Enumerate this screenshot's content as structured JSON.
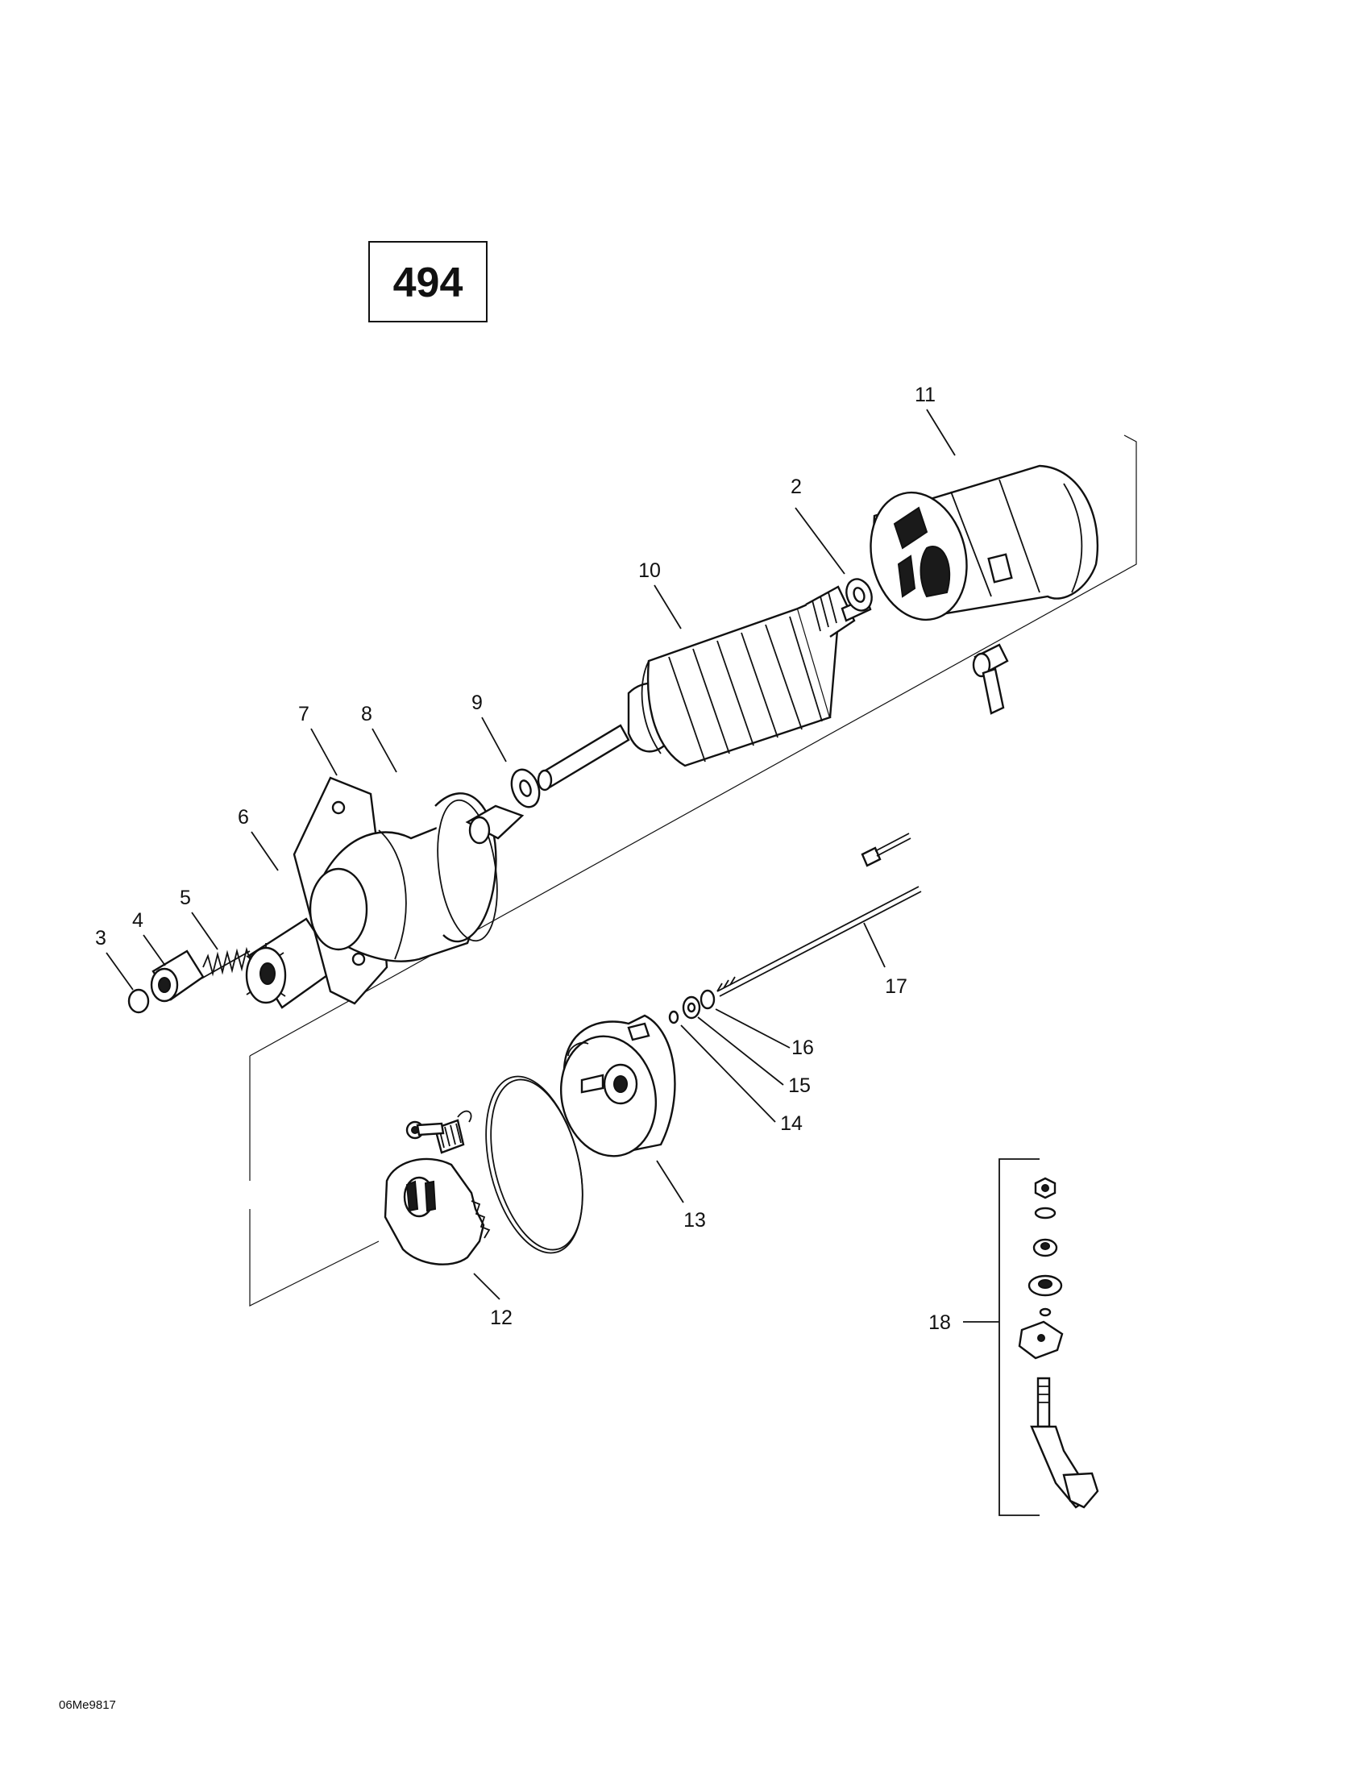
{
  "diagram": {
    "reference_number": "494",
    "drawing_code": "06Me9817",
    "callouts": [
      {
        "id": "c2",
        "label": "2"
      },
      {
        "id": "c3",
        "label": "3"
      },
      {
        "id": "c4",
        "label": "4"
      },
      {
        "id": "c5",
        "label": "5"
      },
      {
        "id": "c6",
        "label": "6"
      },
      {
        "id": "c7",
        "label": "7"
      },
      {
        "id": "c8",
        "label": "8"
      },
      {
        "id": "c9",
        "label": "9"
      },
      {
        "id": "c10",
        "label": "10"
      },
      {
        "id": "c11",
        "label": "11"
      },
      {
        "id": "c12",
        "label": "12"
      },
      {
        "id": "c13",
        "label": "13"
      },
      {
        "id": "c14",
        "label": "14"
      },
      {
        "id": "c15",
        "label": "15"
      },
      {
        "id": "c16",
        "label": "16"
      },
      {
        "id": "c17",
        "label": "17"
      },
      {
        "id": "c18",
        "label": "18"
      }
    ]
  }
}
